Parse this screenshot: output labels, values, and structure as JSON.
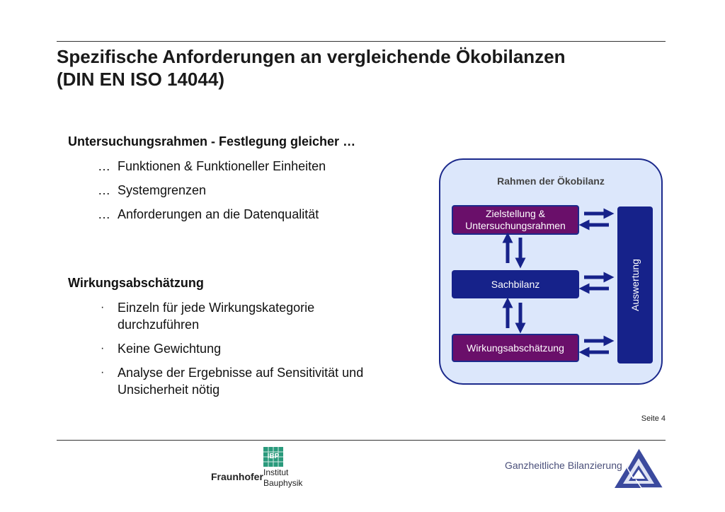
{
  "title": {
    "line1": "Spezifische Anforderungen an vergleichende Ökobilanzen",
    "line2": "(DIN EN ISO 14044)"
  },
  "section1": {
    "heading": "Untersuchungsrahmen - Festlegung gleicher …",
    "marker": "…",
    "items": [
      "Funktionen & Funktioneller Einheiten",
      "Systemgrenzen",
      "Anforderungen an die Datenqualität"
    ]
  },
  "section2": {
    "heading": "Wirkungsabschätzung",
    "marker": "·",
    "items": [
      {
        "line1": "Einzeln für jede Wirkungskategorie",
        "line2": "durchzuführen"
      },
      {
        "line1": "Keine Gewichtung",
        "line2": ""
      },
      {
        "line1": "Analyse der Ergebnisse auf Sensitivität und",
        "line2": "Unsicherheit nötig"
      }
    ]
  },
  "diagram": {
    "title": "Rahmen der Ökobilanz",
    "box1": {
      "line1": "Zielstellung &",
      "line2": "Untersuchungsrahmen"
    },
    "box2": "Sachbilanz",
    "box3": "Wirkungsabschätzung",
    "side": "Auswertung",
    "colors": {
      "purple": "#6a0f6a",
      "navy": "#16228a",
      "background": "#dce7fb"
    }
  },
  "page_number": "Seite 4",
  "footer": {
    "tagline": "Ganzheitliche Bilanzierung",
    "org": "Fraunhofer",
    "institute_line1": "Institut",
    "institute_line2": "Bauphysik",
    "logo_text": "IBP"
  }
}
